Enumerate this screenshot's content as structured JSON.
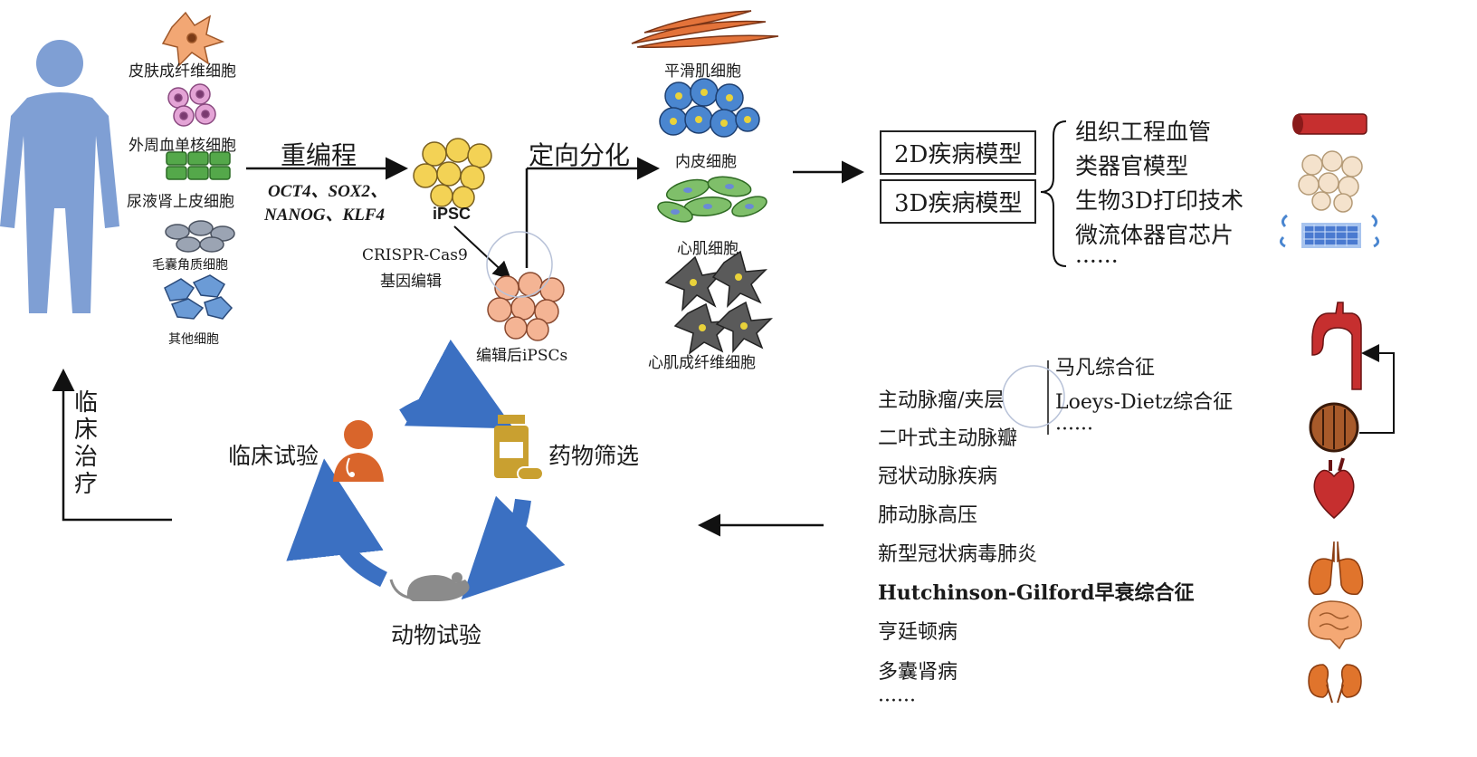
{
  "sources": {
    "skin": "皮肤成纤维细胞",
    "pbmc": "外周血单核细胞",
    "urine": "尿液肾上皮细胞",
    "hair": "毛囊角质细胞",
    "other": "其他细胞"
  },
  "reprogram": {
    "label": "重编程",
    "factors1": "OCT4、SOX2、",
    "factors2": "NANOG、KLF4"
  },
  "ipsc": {
    "label": "iPSC",
    "crispr1": "CRISPR-Cas9",
    "crispr2": "基因编辑",
    "edited": "编辑后iPSCs"
  },
  "differentiation": {
    "label": "定向分化",
    "smooth_muscle": "平滑肌细胞",
    "endothelial": "内皮细胞",
    "cardiomyocyte": "心肌细胞",
    "cardiac_fibroblast": "心肌成纤维细胞"
  },
  "models": {
    "d2": "2D疾病模型",
    "d3": "3D疾病模型",
    "items": [
      "组织工程血管",
      "类器官模型",
      "生物3D打印技术",
      "微流体器官芯片",
      "······"
    ]
  },
  "diseases": {
    "aorta": "主动脉瘤/夹层",
    "marfan": "马凡综合征",
    "loeys": "Loeys-Dietz综合征",
    "sub_more": "······",
    "list": [
      "二叶式主动脉瓣",
      "冠状动脉疾病",
      "肺动脉高压",
      "新型冠状病毒肺炎",
      "Hutchinson-Gilford早衰综合征",
      "亨廷顿病",
      "多囊肾病",
      "······"
    ]
  },
  "cycle": {
    "clinical_trial": "临床试验",
    "drug_screening": "药物筛选",
    "animal_test": "动物试验"
  },
  "clinical_treatment": [
    "临",
    "床",
    "治",
    "疗"
  ],
  "colors": {
    "person": "#7f9fd4",
    "fibroblast": "#f2a774",
    "pbmc": "#e4a4d6",
    "urine": "#54a84a",
    "hair": "#9ba4b3",
    "other": "#6b9bd6",
    "ipsc": "#f3d255",
    "edited": "#f4b494",
    "smooth": "#e3733a",
    "endo": "#4a86d0",
    "cardio": "#7fbf6a",
    "cfib": "#5a5a5a",
    "cycle_blue": "#3b70c2",
    "doctor": "#d9652b",
    "drug": "#c9a030",
    "mouse": "#8b8b8b",
    "organ": "#e0742c",
    "vessel": "#c62f2f"
  }
}
